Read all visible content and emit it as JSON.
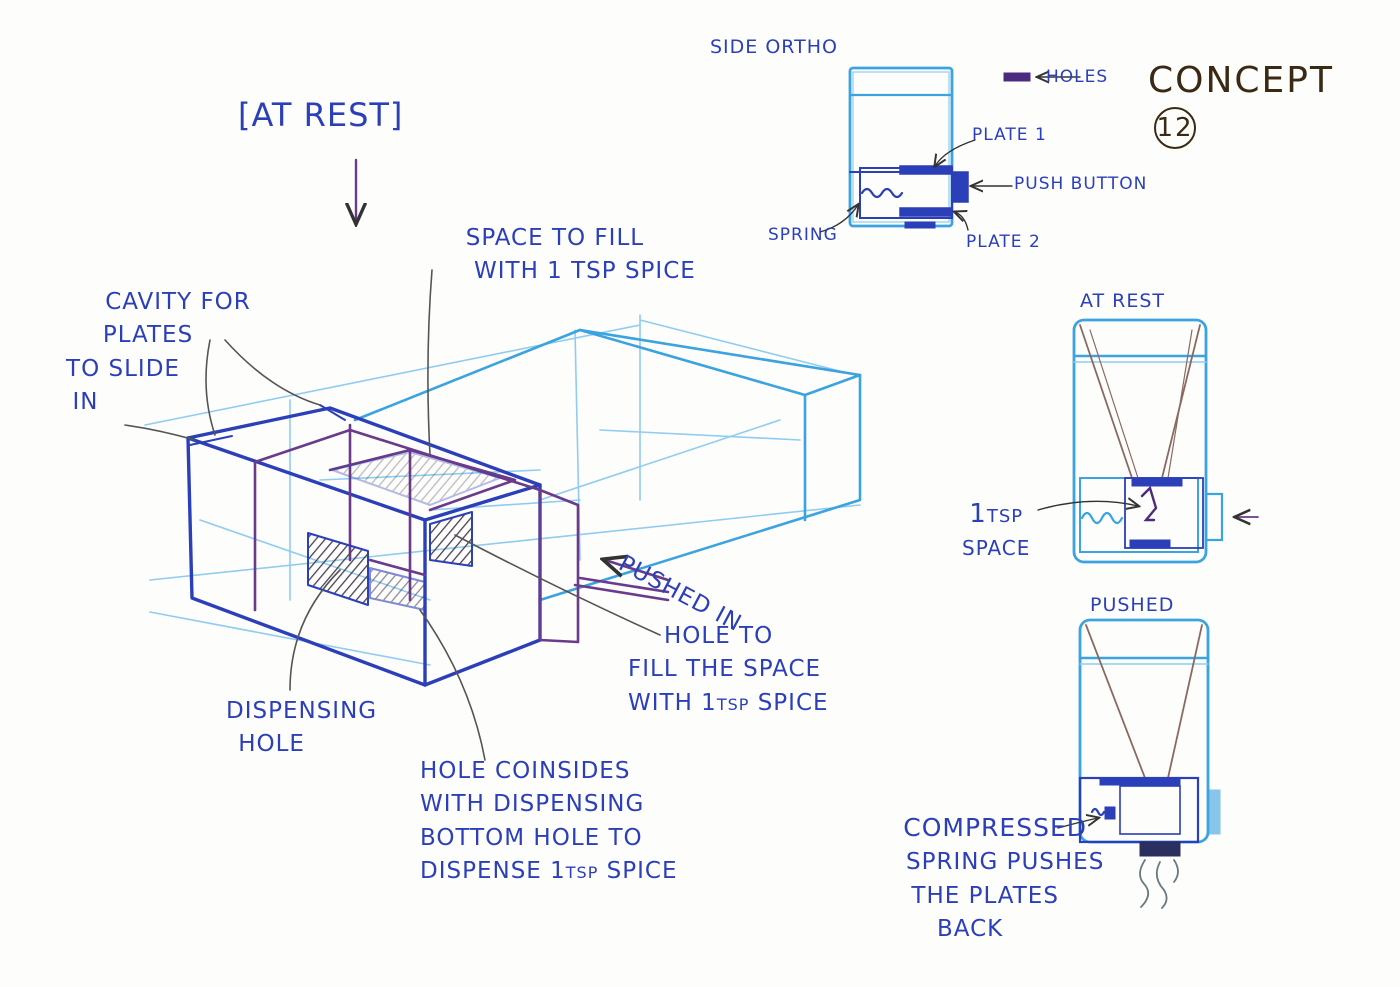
{
  "concept": {
    "word": "CONCEPT",
    "number": "12"
  },
  "legend": {
    "holes": "HOLES"
  },
  "main": {
    "state": "[AT REST]",
    "cavity": [
      "CAVITY FOR",
      "PLATES",
      "TO SLIDE",
      "IN"
    ],
    "space": [
      "SPACE TO FILL",
      "WITH 1 TSP SPICE"
    ],
    "pushed_in": "PUSHED IN",
    "fill_hole": [
      "HOLE TO",
      "FILL THE SPACE",
      "WITH 1tsp SPICE"
    ],
    "dispensing": [
      "DISPENSING",
      "HOLE"
    ],
    "coincides": [
      "HOLE COINSIDES",
      "WITH DISPENSING",
      "BOTTOM HOLE TO",
      "DISPENSE 1tsp SPICE"
    ]
  },
  "ortho": {
    "title": "SIDE ORTHO",
    "plate1": "PLATE 1",
    "push_button": "PUSH BUTTON",
    "spring": "SPRING",
    "plate2": "PLATE 2"
  },
  "at_rest_view": {
    "title": "AT REST",
    "space": [
      "1tsp",
      "SPACE"
    ]
  },
  "pushed_view": {
    "title": "PUSHED",
    "note": [
      "COMPRESSED",
      "SPRING PUSHES",
      "THE PLATES",
      "BACK"
    ]
  },
  "colors": {
    "ink_blue": "#2b3fb8",
    "light_blue": "#3aa3e0",
    "purple": "#6b3a8a",
    "brown": "#3a2a14",
    "hatch": "#5a4a58"
  }
}
